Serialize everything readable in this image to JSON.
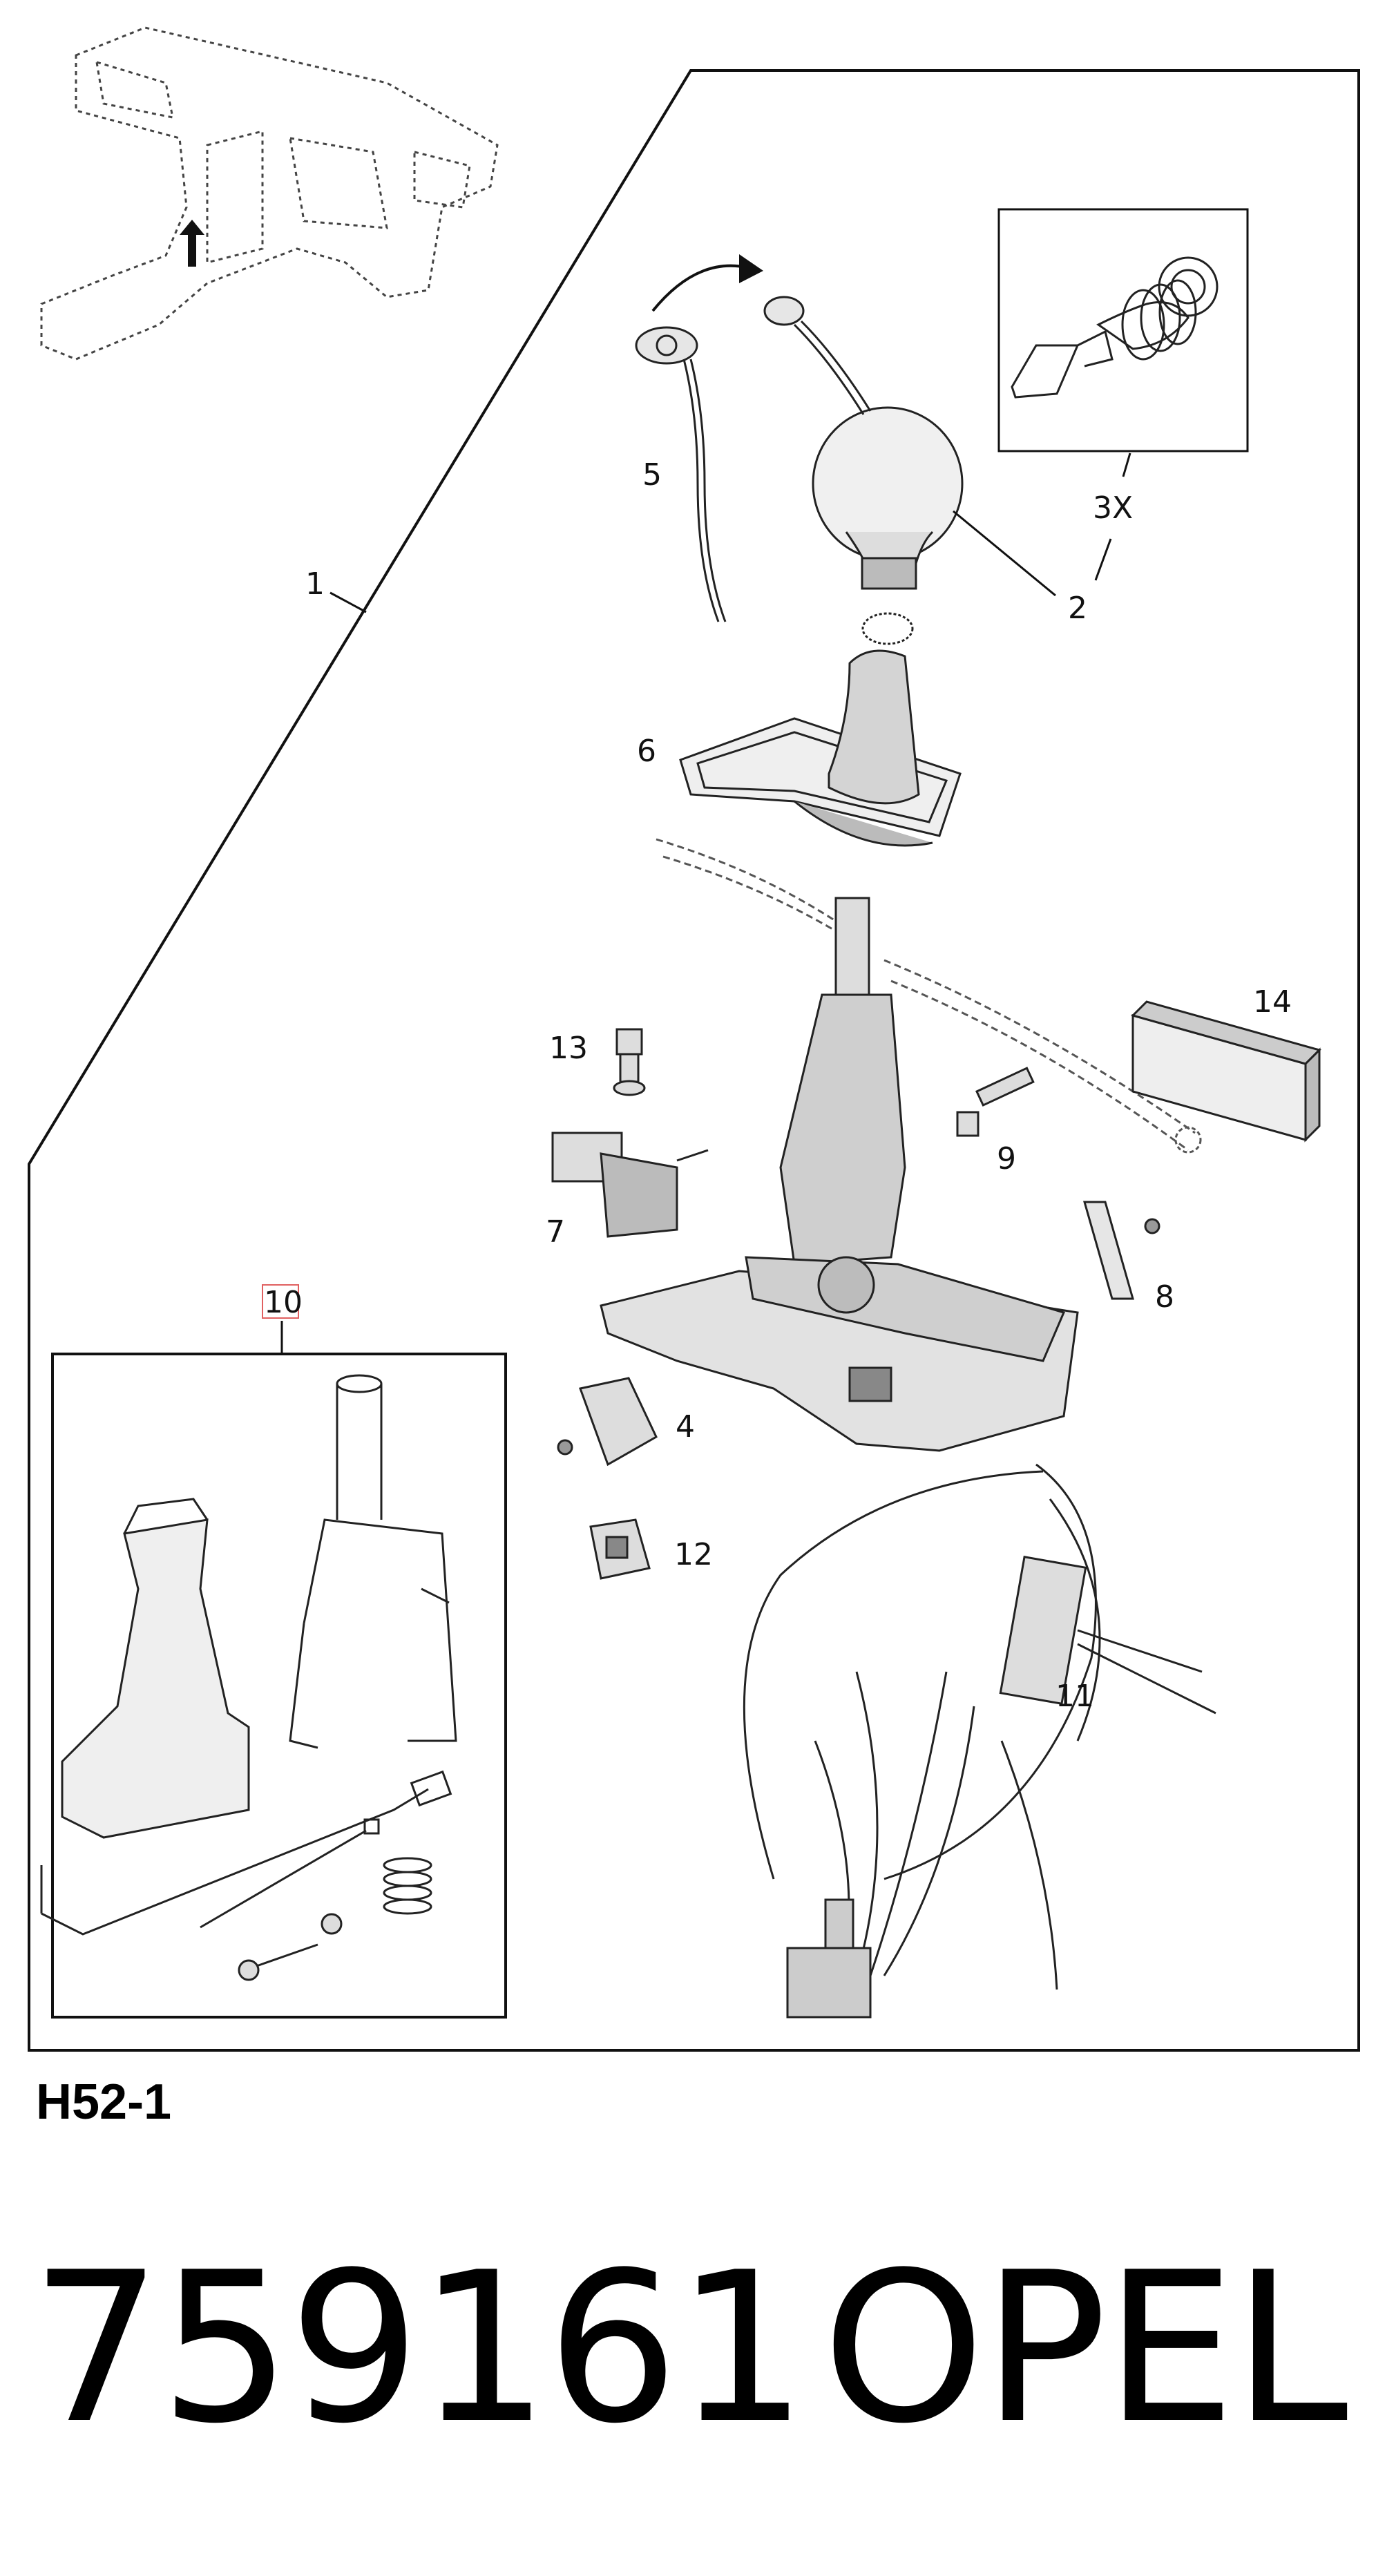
{
  "diagram": {
    "callouts": {
      "c1": "1",
      "c2": "2",
      "c3x": "3X",
      "c4": "4",
      "c5": "5",
      "c6": "6",
      "c7": "7",
      "c8": "8",
      "c9": "9",
      "c10": "10",
      "c11": "11",
      "c12": "12",
      "c13": "13",
      "c14": "14"
    },
    "highlight_color": "#e06060"
  },
  "footer": {
    "diagram_code": "H52-1",
    "part_number": "759161",
    "brand": "OPEL"
  }
}
